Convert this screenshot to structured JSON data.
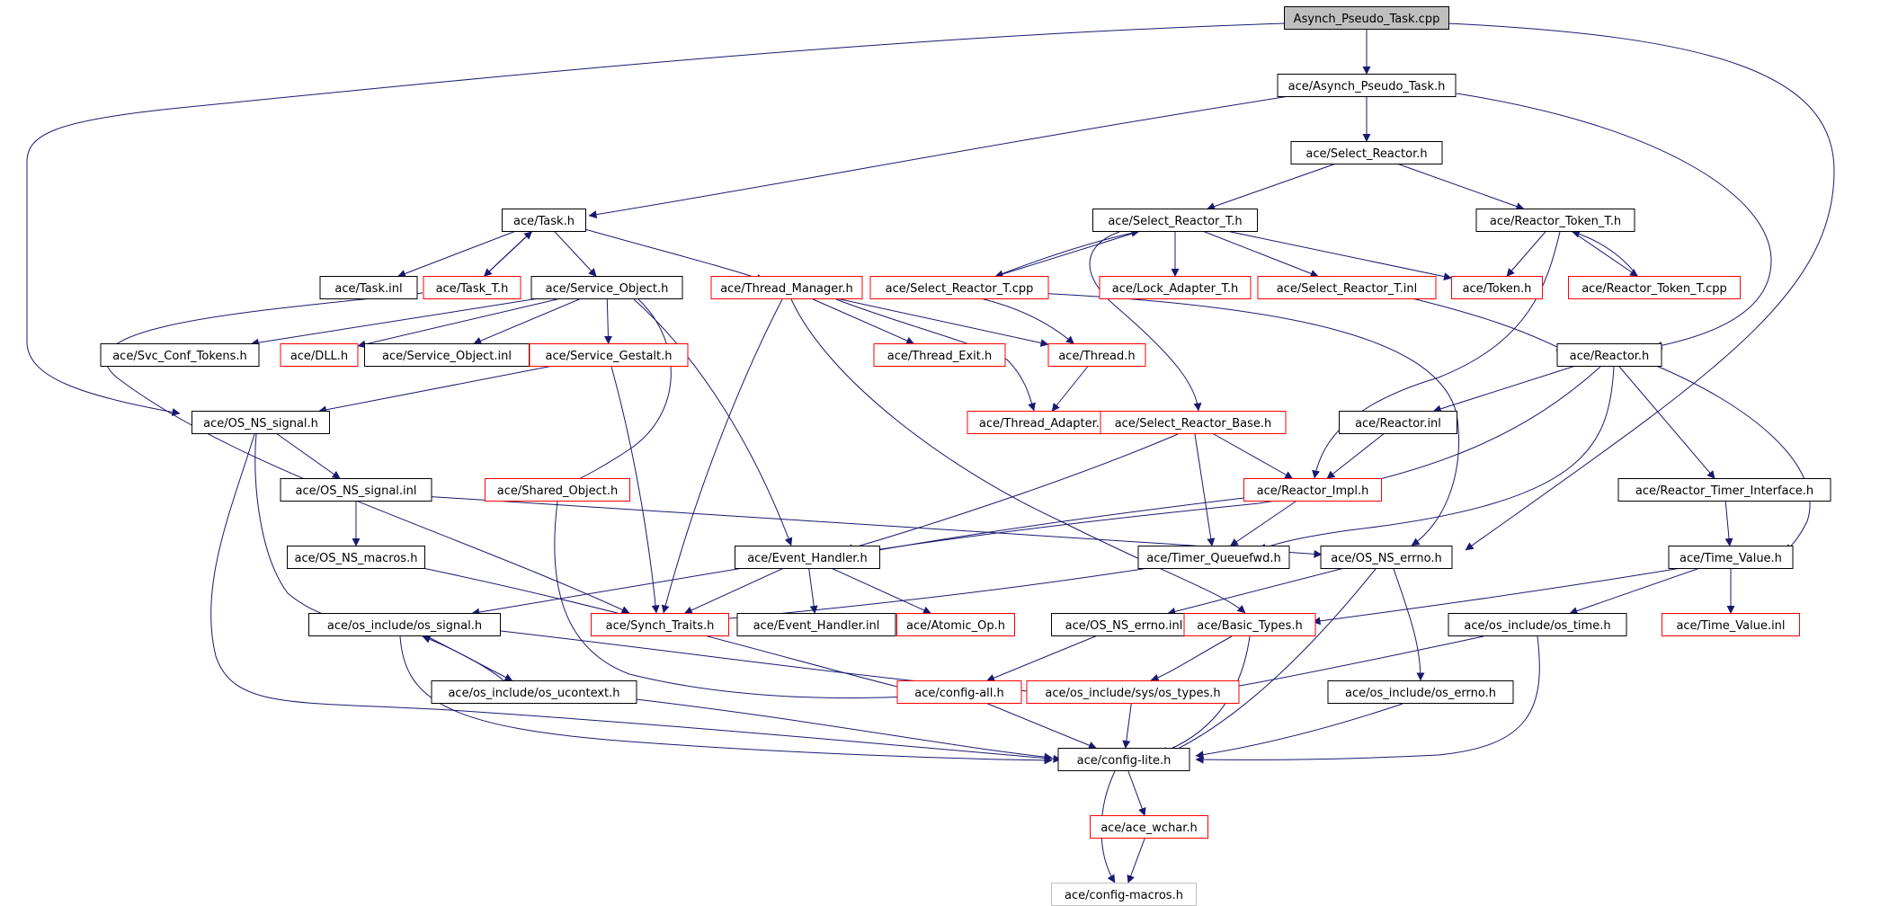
{
  "colors": {
    "edge": "#191970",
    "node_border_documented": "#000000",
    "node_border_undocumented": "#ff0000",
    "node_border_external": "#bfbfbf",
    "root_fill": "#bfbfbf"
  },
  "nodes": [
    {
      "id": "root",
      "label": "Asynch_Pseudo_Task.cpp",
      "kind": "root"
    },
    {
      "id": "aptask_h",
      "label": "ace/Asynch_Pseudo_Task.h",
      "kind": "documented"
    },
    {
      "id": "select_reactor_h",
      "label": "ace/Select_Reactor.h",
      "kind": "documented"
    },
    {
      "id": "task_h",
      "label": "ace/Task.h",
      "kind": "documented"
    },
    {
      "id": "select_reactor_t_h",
      "label": "ace/Select_Reactor_T.h",
      "kind": "documented"
    },
    {
      "id": "reactor_token_t_h",
      "label": "ace/Reactor_Token_T.h",
      "kind": "documented"
    },
    {
      "id": "task_inl",
      "label": "ace/Task.inl",
      "kind": "documented"
    },
    {
      "id": "task_t_h",
      "label": "ace/Task_T.h",
      "kind": "undocumented"
    },
    {
      "id": "service_object_h",
      "label": "ace/Service_Object.h",
      "kind": "documented"
    },
    {
      "id": "thread_manager_h",
      "label": "ace/Thread_Manager.h",
      "kind": "undocumented"
    },
    {
      "id": "select_reactor_t_cpp",
      "label": "ace/Select_Reactor_T.cpp",
      "kind": "undocumented"
    },
    {
      "id": "lock_adapter_t_h",
      "label": "ace/Lock_Adapter_T.h",
      "kind": "undocumented"
    },
    {
      "id": "select_reactor_t_inl",
      "label": "ace/Select_Reactor_T.inl",
      "kind": "undocumented"
    },
    {
      "id": "token_h",
      "label": "ace/Token.h",
      "kind": "undocumented"
    },
    {
      "id": "reactor_token_t_cpp",
      "label": "ace/Reactor_Token_T.cpp",
      "kind": "undocumented"
    },
    {
      "id": "svc_conf_tokens_h",
      "label": "ace/Svc_Conf_Tokens.h",
      "kind": "documented"
    },
    {
      "id": "dll_h",
      "label": "ace/DLL.h",
      "kind": "undocumented"
    },
    {
      "id": "service_object_inl",
      "label": "ace/Service_Object.inl",
      "kind": "documented"
    },
    {
      "id": "service_gestalt_h",
      "label": "ace/Service_Gestalt.h",
      "kind": "undocumented"
    },
    {
      "id": "thread_exit_h",
      "label": "ace/Thread_Exit.h",
      "kind": "undocumented"
    },
    {
      "id": "thread_h",
      "label": "ace/Thread.h",
      "kind": "undocumented"
    },
    {
      "id": "reactor_h",
      "label": "ace/Reactor.h",
      "kind": "documented"
    },
    {
      "id": "os_ns_signal_h",
      "label": "ace/OS_NS_signal.h",
      "kind": "documented"
    },
    {
      "id": "thread_adapter_h",
      "label": "ace/Thread_Adapter.h",
      "kind": "undocumented"
    },
    {
      "id": "select_reactor_base_h",
      "label": "ace/Select_Reactor_Base.h",
      "kind": "undocumented"
    },
    {
      "id": "reactor_inl",
      "label": "ace/Reactor.inl",
      "kind": "documented"
    },
    {
      "id": "os_ns_signal_inl",
      "label": "ace/OS_NS_signal.inl",
      "kind": "documented"
    },
    {
      "id": "shared_object_h",
      "label": "ace/Shared_Object.h",
      "kind": "undocumented"
    },
    {
      "id": "reactor_impl_h",
      "label": "ace/Reactor_Impl.h",
      "kind": "undocumented"
    },
    {
      "id": "reactor_timer_interface_h",
      "label": "ace/Reactor_Timer_Interface.h",
      "kind": "documented"
    },
    {
      "id": "os_ns_macros_h",
      "label": "ace/OS_NS_macros.h",
      "kind": "documented"
    },
    {
      "id": "event_handler_h",
      "label": "ace/Event_Handler.h",
      "kind": "documented"
    },
    {
      "id": "timer_queuefwd_h",
      "label": "ace/Timer_Queuefwd.h",
      "kind": "documented"
    },
    {
      "id": "os_ns_errno_h",
      "label": "ace/OS_NS_errno.h",
      "kind": "documented"
    },
    {
      "id": "time_value_h",
      "label": "ace/Time_Value.h",
      "kind": "documented"
    },
    {
      "id": "os_signal_h",
      "label": "ace/os_include/os_signal.h",
      "kind": "documented"
    },
    {
      "id": "synch_traits_h",
      "label": "ace/Synch_Traits.h",
      "kind": "undocumented"
    },
    {
      "id": "event_handler_inl",
      "label": "ace/Event_Handler.inl",
      "kind": "documented"
    },
    {
      "id": "atomic_op_h",
      "label": "ace/Atomic_Op.h",
      "kind": "undocumented"
    },
    {
      "id": "os_ns_errno_inl",
      "label": "ace/OS_NS_errno.inl",
      "kind": "documented"
    },
    {
      "id": "basic_types_h",
      "label": "ace/Basic_Types.h",
      "kind": "undocumented"
    },
    {
      "id": "os_time_h",
      "label": "ace/os_include/os_time.h",
      "kind": "documented"
    },
    {
      "id": "time_value_inl",
      "label": "ace/Time_Value.inl",
      "kind": "undocumented"
    },
    {
      "id": "os_ucontext_h",
      "label": "ace/os_include/os_ucontext.h",
      "kind": "documented"
    },
    {
      "id": "config_all_h",
      "label": "ace/config-all.h",
      "kind": "undocumented"
    },
    {
      "id": "sys_os_types_h",
      "label": "ace/os_include/sys/os_types.h",
      "kind": "undocumented"
    },
    {
      "id": "os_errno_h",
      "label": "ace/os_include/os_errno.h",
      "kind": "documented"
    },
    {
      "id": "config_lite_h",
      "label": "ace/config-lite.h",
      "kind": "documented"
    },
    {
      "id": "ace_wchar_h",
      "label": "ace/ace_wchar.h",
      "kind": "undocumented"
    },
    {
      "id": "config_macros_h",
      "label": "ace/config-macros.h",
      "kind": "external"
    }
  ],
  "edges": [
    [
      "root",
      "aptask_h"
    ],
    [
      "root",
      "os_ns_signal_h"
    ],
    [
      "root",
      "os_ns_errno_h"
    ],
    [
      "aptask_h",
      "select_reactor_h"
    ],
    [
      "aptask_h",
      "task_h"
    ],
    [
      "aptask_h",
      "reactor_h"
    ],
    [
      "select_reactor_h",
      "select_reactor_t_h"
    ],
    [
      "select_reactor_h",
      "reactor_token_t_h"
    ],
    [
      "task_h",
      "task_inl"
    ],
    [
      "task_h",
      "task_t_h"
    ],
    [
      "task_h",
      "service_object_h"
    ],
    [
      "task_h",
      "thread_manager_h"
    ],
    [
      "task_t_h",
      "task_h"
    ],
    [
      "task_t_h",
      "synch_traits_h"
    ],
    [
      "select_reactor_t_h",
      "select_reactor_t_cpp"
    ],
    [
      "select_reactor_t_h",
      "lock_adapter_t_h"
    ],
    [
      "select_reactor_t_h",
      "select_reactor_t_inl"
    ],
    [
      "select_reactor_t_h",
      "token_h"
    ],
    [
      "select_reactor_t_h",
      "select_reactor_base_h"
    ],
    [
      "select_reactor_t_cpp",
      "select_reactor_t_h"
    ],
    [
      "select_reactor_t_cpp",
      "thread_h"
    ],
    [
      "select_reactor_t_cpp",
      "os_ns_errno_h"
    ],
    [
      "select_reactor_t_inl",
      "reactor_h"
    ],
    [
      "reactor_token_t_h",
      "token_h"
    ],
    [
      "reactor_token_t_h",
      "reactor_token_t_cpp"
    ],
    [
      "reactor_token_t_h",
      "reactor_impl_h"
    ],
    [
      "reactor_token_t_cpp",
      "reactor_token_t_h"
    ],
    [
      "service_object_h",
      "svc_conf_tokens_h"
    ],
    [
      "service_object_h",
      "dll_h"
    ],
    [
      "service_object_h",
      "service_object_inl"
    ],
    [
      "service_object_h",
      "service_gestalt_h"
    ],
    [
      "service_object_h",
      "shared_object_h"
    ],
    [
      "service_object_h",
      "event_handler_h"
    ],
    [
      "service_gestalt_h",
      "os_ns_signal_h"
    ],
    [
      "service_gestalt_h",
      "synch_traits_h"
    ],
    [
      "thread_manager_h",
      "thread_exit_h"
    ],
    [
      "thread_manager_h",
      "thread_h"
    ],
    [
      "thread_manager_h",
      "thread_adapter_h"
    ],
    [
      "thread_manager_h",
      "synch_traits_h"
    ],
    [
      "thread_manager_h",
      "basic_types_h"
    ],
    [
      "thread_h",
      "thread_adapter_h"
    ],
    [
      "reactor_h",
      "reactor_inl"
    ],
    [
      "reactor_h",
      "reactor_timer_interface_h"
    ],
    [
      "reactor_h",
      "event_handler_h"
    ],
    [
      "reactor_h",
      "timer_queuefwd_h"
    ],
    [
      "reactor_h",
      "time_value_h"
    ],
    [
      "reactor_inl",
      "reactor_impl_h"
    ],
    [
      "reactor_timer_interface_h",
      "time_value_h"
    ],
    [
      "select_reactor_base_h",
      "reactor_impl_h"
    ],
    [
      "select_reactor_base_h",
      "event_handler_h"
    ],
    [
      "select_reactor_base_h",
      "timer_queuefwd_h"
    ],
    [
      "reactor_impl_h",
      "event_handler_h"
    ],
    [
      "reactor_impl_h",
      "timer_queuefwd_h"
    ],
    [
      "os_ns_signal_h",
      "os_ns_signal_inl"
    ],
    [
      "os_ns_signal_h",
      "os_signal_h"
    ],
    [
      "os_ns_signal_h",
      "config_lite_h"
    ],
    [
      "os_ns_signal_inl",
      "os_ns_macros_h"
    ],
    [
      "os_ns_signal_inl",
      "os_ns_errno_h"
    ],
    [
      "os_ns_macros_h",
      "config_all_h"
    ],
    [
      "shared_object_h",
      "config_all_h"
    ],
    [
      "event_handler_h",
      "os_signal_h"
    ],
    [
      "event_handler_h",
      "synch_traits_h"
    ],
    [
      "event_handler_h",
      "event_handler_inl"
    ],
    [
      "event_handler_h",
      "atomic_op_h"
    ],
    [
      "timer_queuefwd_h",
      "synch_traits_h"
    ],
    [
      "os_ns_errno_h",
      "os_ns_errno_inl"
    ],
    [
      "os_ns_errno_h",
      "os_errno_h"
    ],
    [
      "os_ns_errno_h",
      "config_lite_h"
    ],
    [
      "os_ns_errno_inl",
      "config_all_h"
    ],
    [
      "time_value_h",
      "time_value_inl"
    ],
    [
      "time_value_h",
      "os_time_h"
    ],
    [
      "time_value_h",
      "basic_types_h"
    ],
    [
      "os_time_h",
      "sys_os_types_h"
    ],
    [
      "os_time_h",
      "config_lite_h"
    ],
    [
      "basic_types_h",
      "sys_os_types_h"
    ],
    [
      "basic_types_h",
      "config_lite_h"
    ],
    [
      "os_signal_h",
      "os_ucontext_h"
    ],
    [
      "os_signal_h",
      "sys_os_types_h"
    ],
    [
      "os_signal_h",
      "config_lite_h"
    ],
    [
      "os_ucontext_h",
      "os_signal_h"
    ],
    [
      "os_ucontext_h",
      "config_lite_h"
    ],
    [
      "config_all_h",
      "config_lite_h"
    ],
    [
      "sys_os_types_h",
      "config_lite_h"
    ],
    [
      "os_errno_h",
      "config_lite_h"
    ],
    [
      "config_lite_h",
      "ace_wchar_h"
    ],
    [
      "config_lite_h",
      "config_macros_h"
    ],
    [
      "ace_wchar_h",
      "config_macros_h"
    ]
  ]
}
